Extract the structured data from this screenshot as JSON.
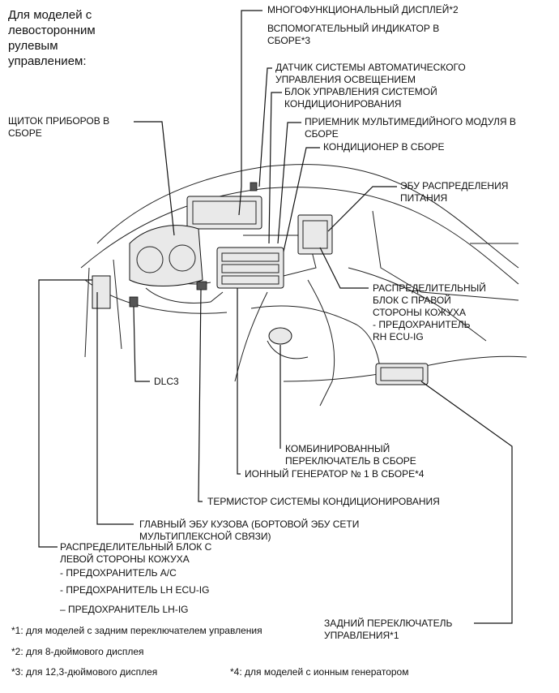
{
  "header": {
    "title_lines": [
      "Для моделей с",
      "левосторонним",
      "рулевым",
      "управлением:"
    ]
  },
  "labels": {
    "multi_display": "МНОГОФУНКЦИОНАЛЬНЫЙ ДИСПЛЕЙ*2",
    "aux_indicator": [
      "ВСПОМОГАТЕЛЬНЫЙ ИНДИКАТОР В",
      "СБОРЕ*3"
    ],
    "light_sensor": [
      "ДАТЧИК СИСТЕМЫ АВТОМАТИЧЕСКОГО",
      "УПРАВЛЕНИЯ ОСВЕЩЕНИЕМ"
    ],
    "ac_control": [
      "БЛОК УПРАВЛЕНИЯ СИСТЕМОЙ",
      "КОНДИЦИОНИРОВАНИЯ"
    ],
    "media_receiver": [
      "ПРИЕМНИК МУЛЬТИМЕДИЙНОГО МОДУЛЯ В",
      "СБОРЕ"
    ],
    "ac_assembly": "КОНДИЦИОНЕР В СБОРЕ",
    "instrument_panel": [
      "ЩИТОК ПРИБОРОВ В",
      "СБОРЕ"
    ],
    "power_ecu": [
      "ЭБУ РАСПРЕДЕЛЕНИЯ",
      "ПИТАНИЯ"
    ],
    "rh_junction": [
      "РАСПРЕДЕЛИТЕЛЬНЫЙ",
      "БЛОК С ПРАВОЙ",
      "СТОРОНЫ КОЖУХА",
      "- ПРЕДОХРАНИТЕЛЬ",
      "RH ECU-IG"
    ],
    "dlc3": "DLC3",
    "combo_switch": [
      "КОМБИНИРОВАННЫЙ",
      "ПЕРЕКЛЮЧАТЕЛЬ В СБОРЕ"
    ],
    "ion_generator": "ИОННЫЙ ГЕНЕРАТОР № 1 В СБОРЕ*4",
    "ac_thermistor": "ТЕРМИСТОР СИСТЕМЫ КОНДИЦИОНИРОВАНИЯ",
    "main_body_ecu": [
      "ГЛАВНЫЙ ЭБУ КУЗОВА (БОРТОВОЙ ЭБУ СЕТИ",
      "МУЛЬТИПЛЕКСНОЙ СВЯЗИ)"
    ],
    "lh_junction": [
      "РАСПРЕДЕЛИТЕЛЬНЫЙ БЛОК С",
      "ЛЕВОЙ СТОРОНЫ КОЖУХА"
    ],
    "lh_fuses": [
      "- ПРЕДОХРАНИТЕЛЬ A/C",
      "- ПРЕДОХРАНИТЕЛЬ LH ECU-IG",
      "– ПРЕДОХРАНИТЕЛЬ LH-IG"
    ],
    "rear_switch": [
      "ЗАДНИЙ ПЕРЕКЛЮЧАТЕЛЬ",
      "УПРАВЛЕНИЯ*1"
    ]
  },
  "footnotes": {
    "n1": "*1: для моделей с задним переключателем управления",
    "n2": "*2: для 8-дюймового дисплея",
    "n3": "*3: для 12,3-дюймового дисплея",
    "n4": "*4: для моделей с ионным генератором"
  }
}
